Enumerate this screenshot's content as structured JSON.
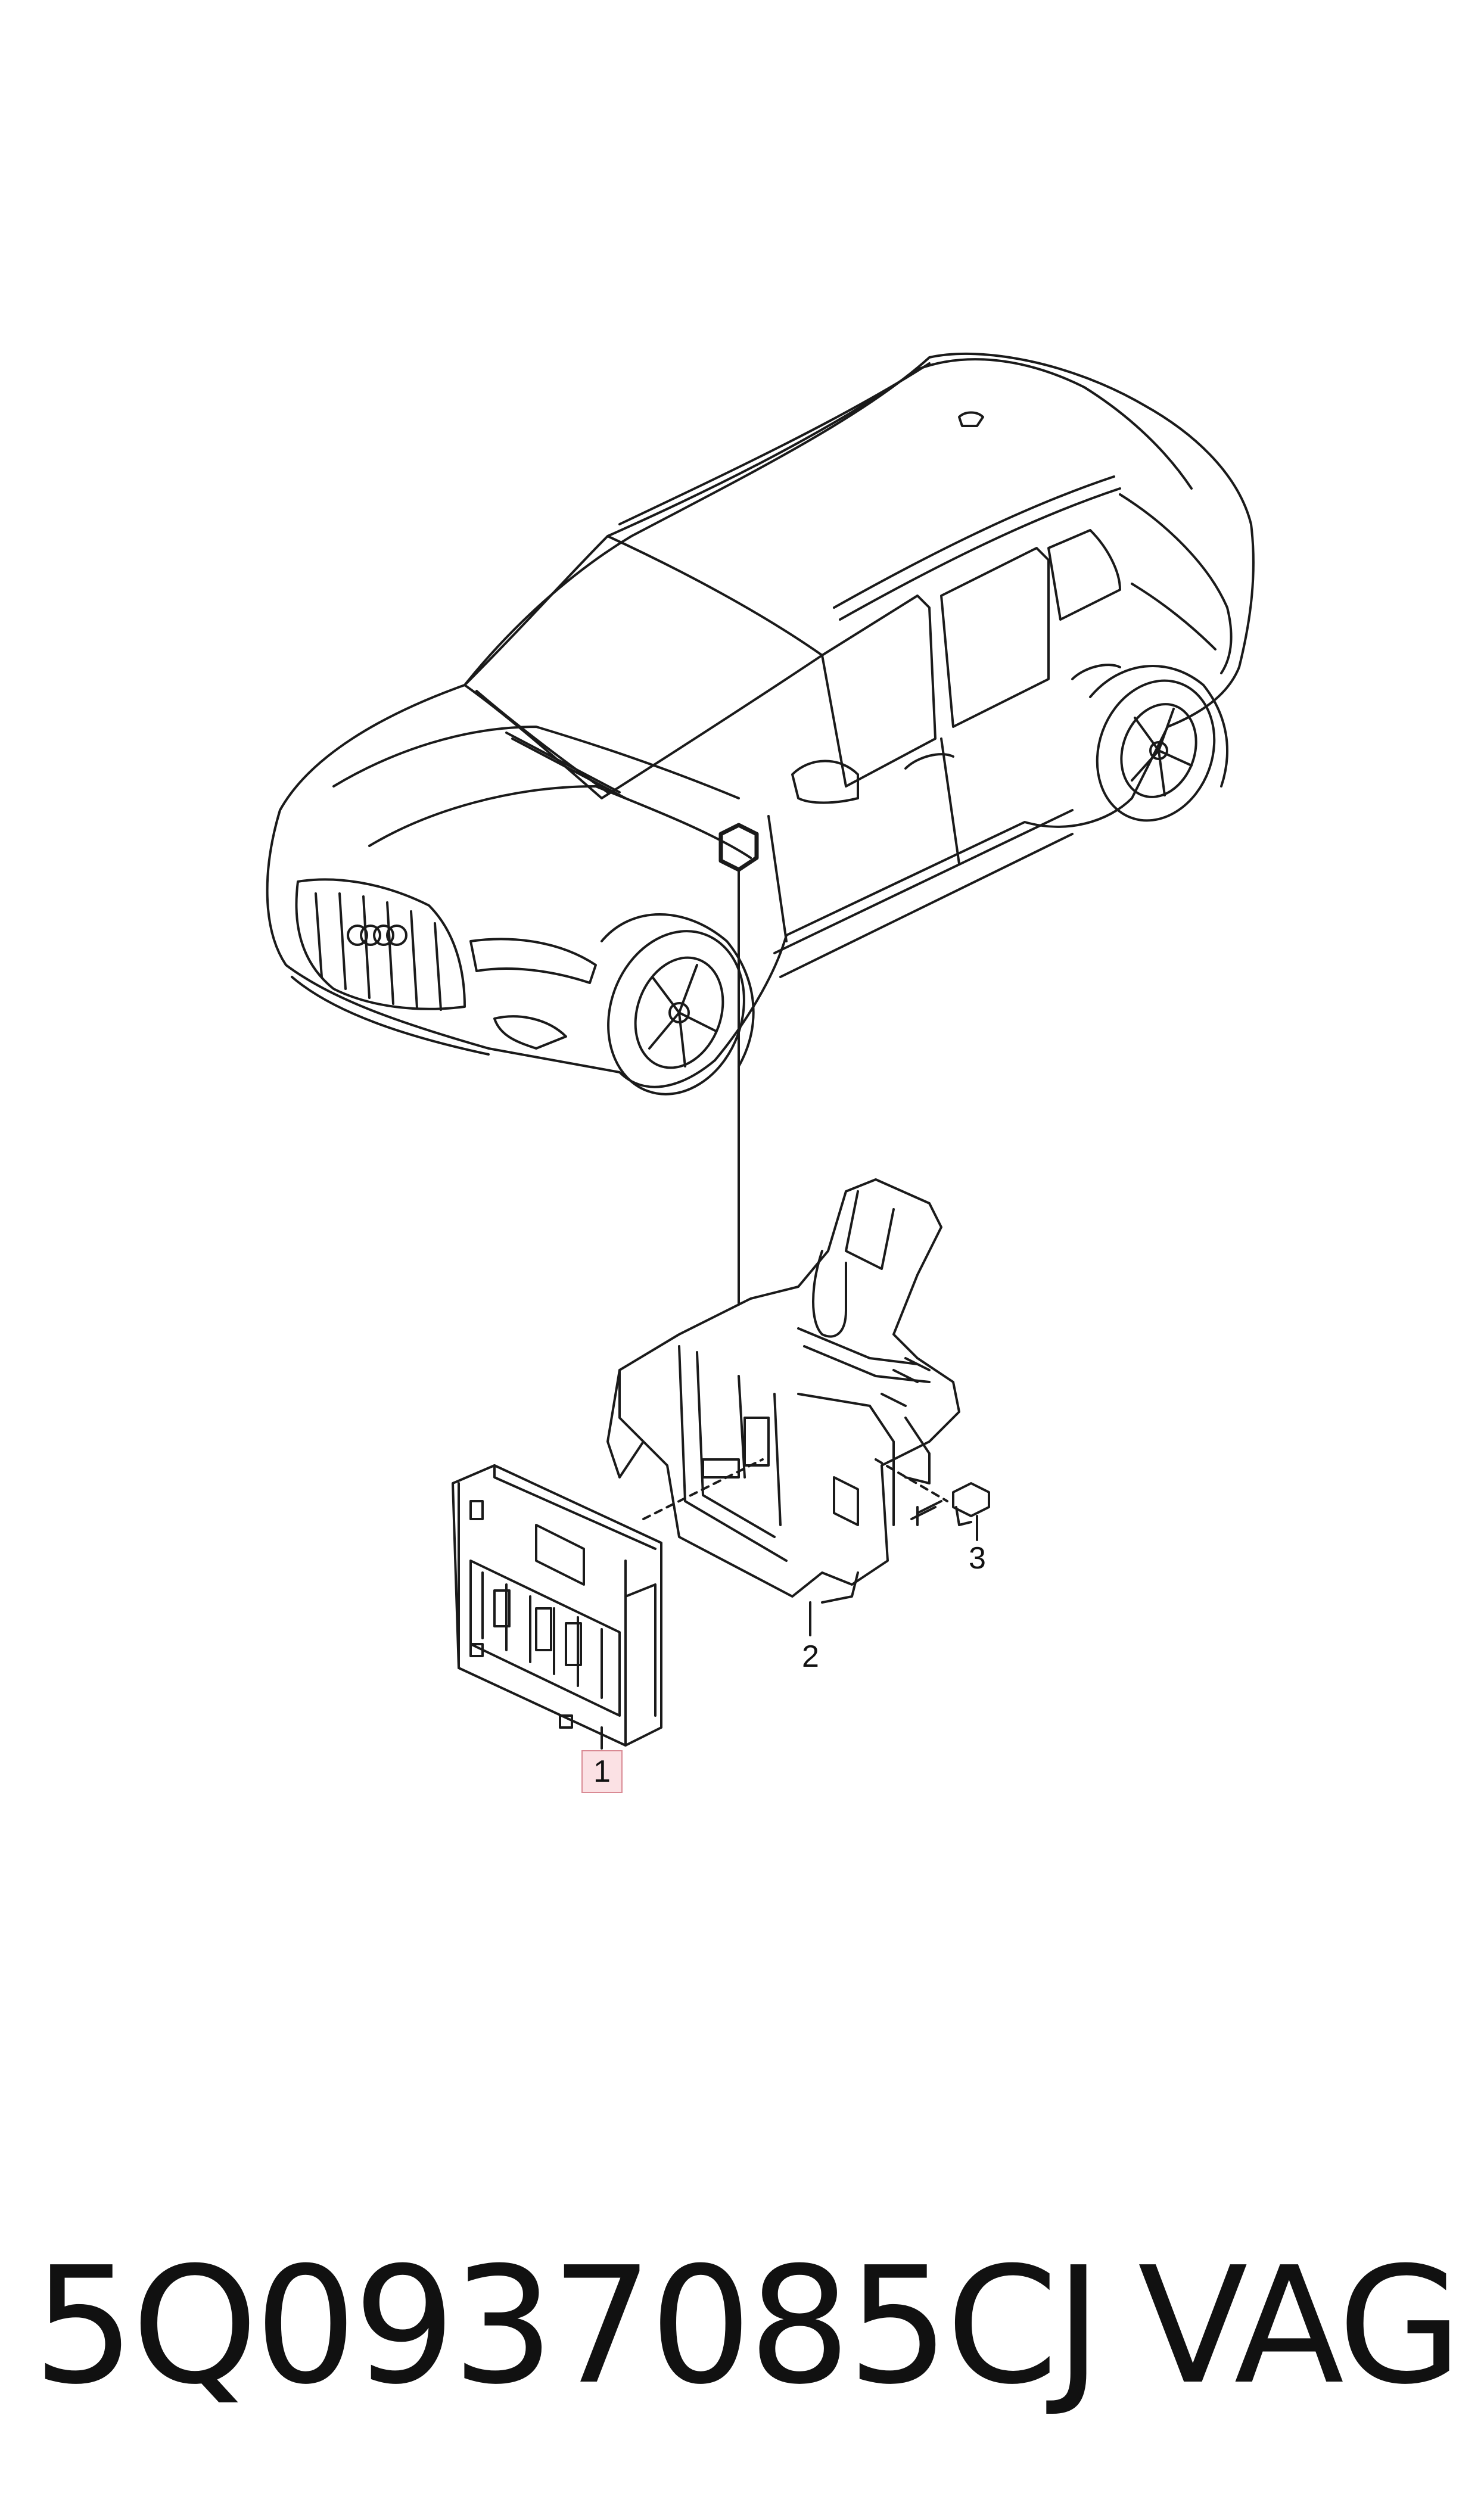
{
  "callouts": [
    {
      "id": "1",
      "label": "1",
      "highlighted": true
    },
    {
      "id": "2",
      "label": "2",
      "highlighted": false
    },
    {
      "id": "3",
      "label": "3",
      "highlighted": false
    }
  ],
  "footer": {
    "part_number": "5Q0937085CJ",
    "brand": "VAG"
  },
  "colors": {
    "line": "#1a1a1a",
    "highlight_fill": "#f8c8ce",
    "highlight_border": "#d98a94"
  }
}
